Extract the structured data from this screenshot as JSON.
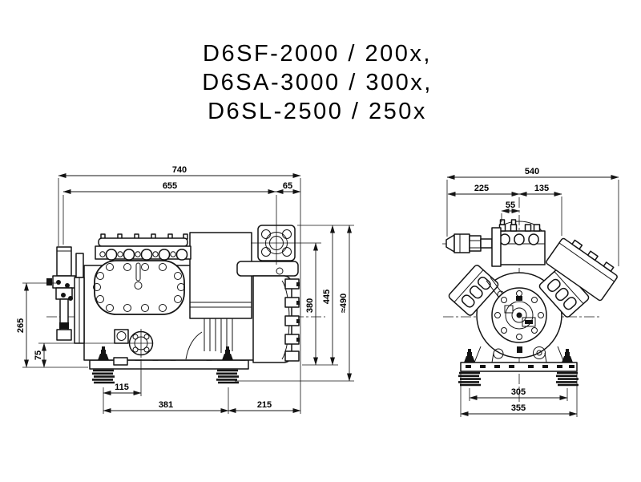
{
  "title": {
    "line1": "D6SF-2000 / 200x,",
    "line2": "D6SA-3000 / 300x,",
    "line3": "D6SL-2500 / 250x"
  },
  "side_view": {
    "dims": {
      "overall_length": "740",
      "length_to_suction_flange": "655",
      "flange_to_end": "65",
      "oil_valve_height": "265",
      "foot_height": "75",
      "foot_to_sight_glass": "115",
      "foot_spacing": "381",
      "foot_to_motor_end": "215",
      "suction_center_height": "380",
      "suction_top_height": "445",
      "overall_height": "≈490"
    }
  },
  "end_view": {
    "dims": {
      "overall_width": "540",
      "center_to_valve_end": "225",
      "center_to_terminal_box": "135",
      "head_stud_offset": "55",
      "spring_spacing": "305",
      "base_width": "355"
    }
  },
  "drawing": {
    "line_color": "#141414",
    "background": "#ffffff"
  }
}
